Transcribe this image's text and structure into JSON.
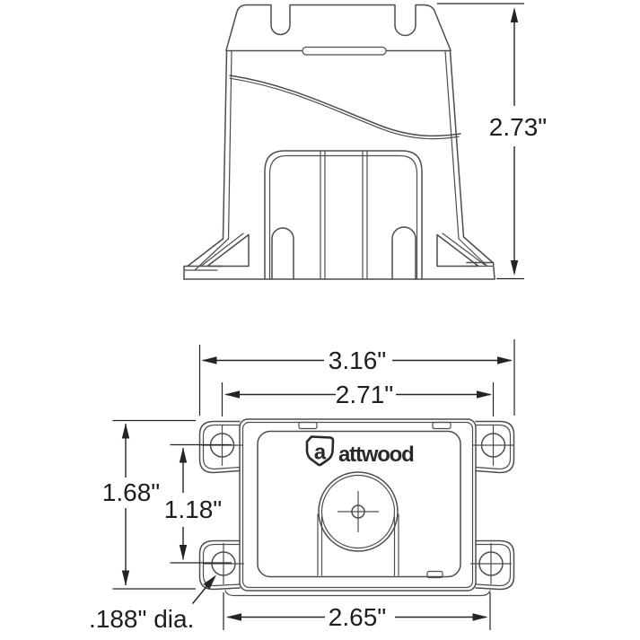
{
  "colors": {
    "background": "#ffffff",
    "part_line": "#4a4e50",
    "dimension_line": "#222426",
    "text": "#1c1e20",
    "logo": "#272a2c"
  },
  "side_view": {
    "height_dim_label": "2.73\""
  },
  "plan_view": {
    "overall_width_dim_label": "3.16\"",
    "upper_hole_span_dim_label": "2.71\"",
    "overall_depth_dim_label": "1.68\"",
    "hole_vertical_span_dim_label": "1.18\"",
    "lower_hole_span_dim_label": "2.65\"",
    "hole_diameter_note": ".188\" dia.",
    "brand": {
      "logo_letter": "a",
      "wordmark": "attwood"
    }
  }
}
